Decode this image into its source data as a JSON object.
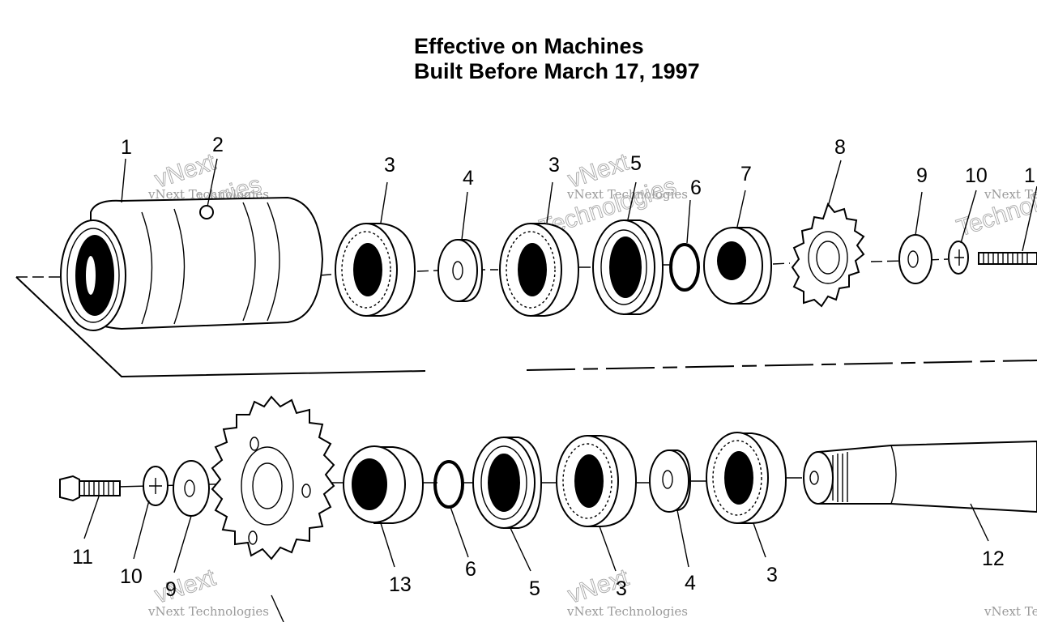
{
  "title": {
    "line1": "Effective on Machines",
    "line2": "Built Before March 17, 1997"
  },
  "callouts": [
    {
      "id": "c1a",
      "label": "1"
    },
    {
      "id": "c2",
      "label": "2"
    },
    {
      "id": "c3a",
      "label": "3"
    },
    {
      "id": "c4a",
      "label": "4"
    },
    {
      "id": "c3b",
      "label": "3"
    },
    {
      "id": "c5a",
      "label": "5"
    },
    {
      "id": "c6a",
      "label": "6"
    },
    {
      "id": "c7",
      "label": "7"
    },
    {
      "id": "c8",
      "label": "8"
    },
    {
      "id": "c9a",
      "label": "9"
    },
    {
      "id": "c10a",
      "label": "10"
    },
    {
      "id": "c1b",
      "label": "1"
    },
    {
      "id": "c11",
      "label": "11"
    },
    {
      "id": "c10b",
      "label": "10"
    },
    {
      "id": "c9b",
      "label": "9"
    },
    {
      "id": "c13",
      "label": "13"
    },
    {
      "id": "c6b",
      "label": "6"
    },
    {
      "id": "c5b",
      "label": "5"
    },
    {
      "id": "c3c",
      "label": "3"
    },
    {
      "id": "c4b",
      "label": "4"
    },
    {
      "id": "c3d",
      "label": "3"
    },
    {
      "id": "c12",
      "label": "12"
    }
  ],
  "watermark": {
    "brand": "vNext",
    "text": "vNext Technologies",
    "word": "Technologies"
  }
}
